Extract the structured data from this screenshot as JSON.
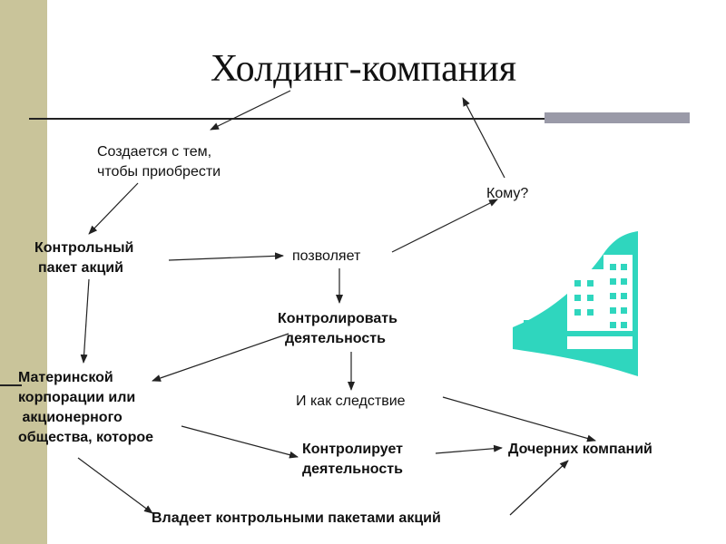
{
  "title": "Холдинг-компания",
  "nodes": {
    "created": [
      "Создается с тем,",
      "чтобы приобрести"
    ],
    "whom": "Кому?",
    "control_block": [
      "Контрольный",
      "пакет акций"
    ],
    "allows": "позволяет",
    "control_activity": [
      "Контролировать",
      "деятельность"
    ],
    "parent": [
      "Материнской",
      "корпорации или",
      " акционерного",
      "общества, которое"
    ],
    "consequence": "И как следствие",
    "controls": [
      "Контролирует",
      "деятельность"
    ],
    "subsidiaries": "Дочерних компаний",
    "owns": "Владеет контрольными пакетами акций"
  },
  "colors": {
    "accent_bar": "#c9c49a",
    "building": "#2fd6be",
    "divider_accent": "#9a9aa8"
  },
  "icons": [
    "building-icon"
  ]
}
